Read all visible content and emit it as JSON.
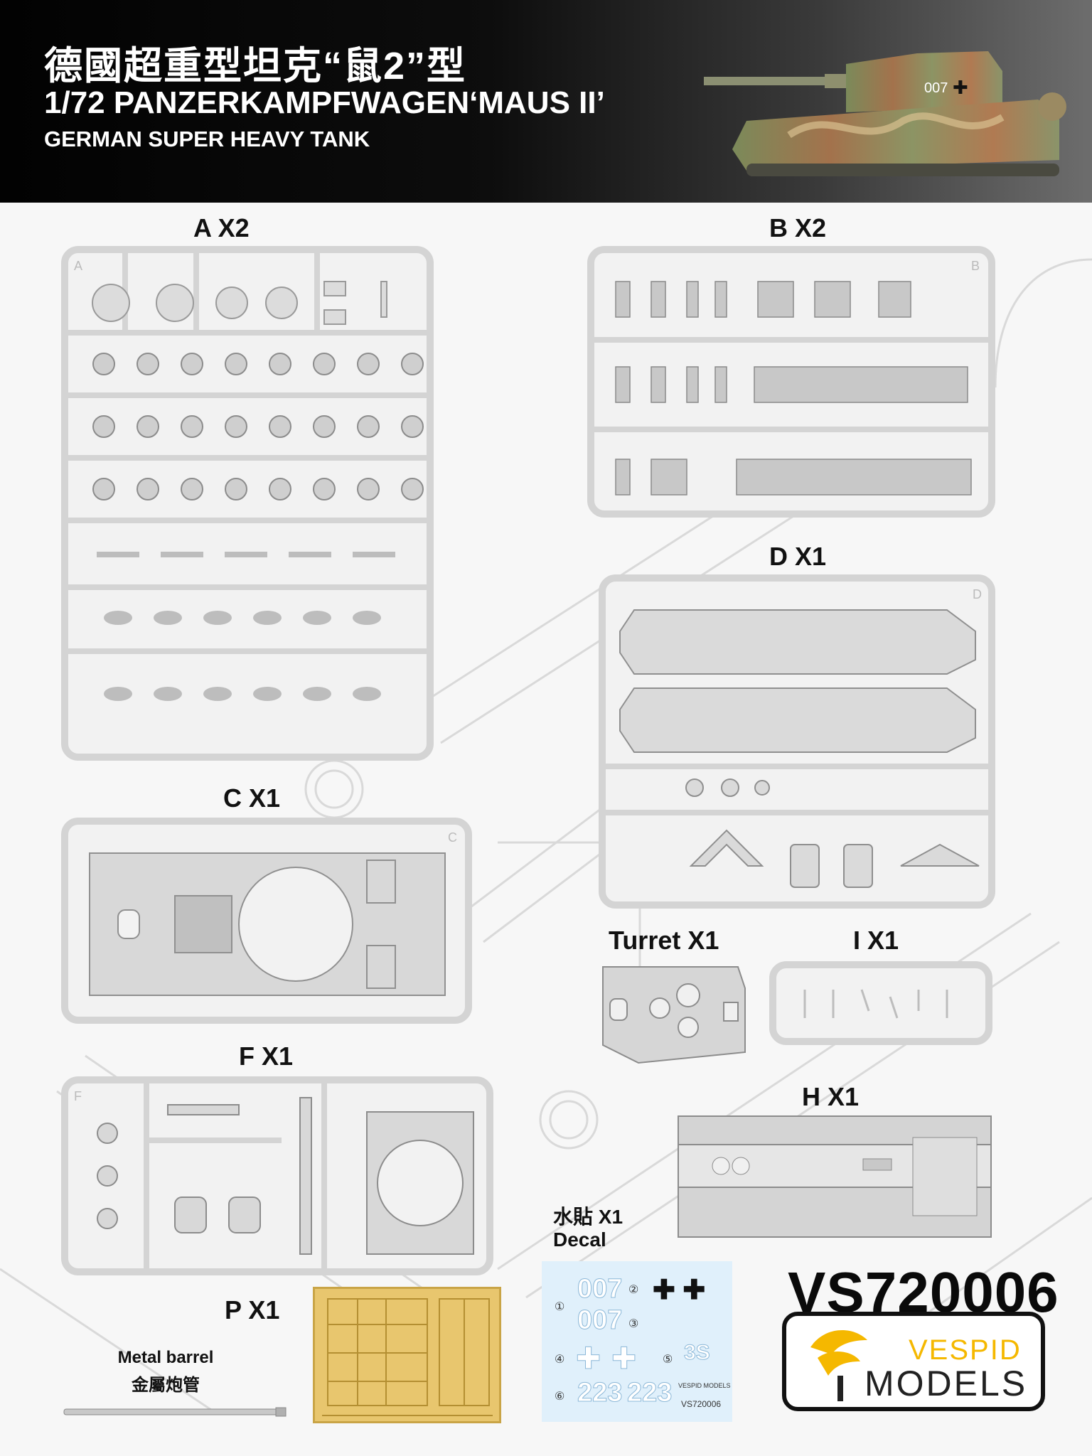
{
  "header": {
    "title_cn": "德國超重型坦克“鼠2”型",
    "title_en": "1/72 PANZERKAMPFWAGEN‘MAUS II’",
    "subtitle": "GERMAN SUPER HEAVY TANK",
    "tank_marking": "007"
  },
  "sprues": {
    "a": {
      "label": "A X2",
      "corner": "A"
    },
    "b": {
      "label": "B X2",
      "corner": "B"
    },
    "c": {
      "label": "C X1",
      "corner": "C"
    },
    "d": {
      "label": "D X1",
      "corner": "D"
    },
    "f": {
      "label": "F X1",
      "corner": "F"
    },
    "turret": {
      "label": "Turret X1"
    },
    "i": {
      "label": "I X1"
    },
    "h": {
      "label": "H X1"
    },
    "p": {
      "label": "P X1"
    }
  },
  "metal_barrel": {
    "label_en": "Metal barrel",
    "label_cn": "金屬炮管"
  },
  "decal": {
    "label_cn": "水貼 X1",
    "label_en": "Decal",
    "markings": [
      {
        "n": "①",
        "text": "007"
      },
      {
        "n": "②",
        "text": "✚ ✚"
      },
      {
        "n": "",
        "text": "007"
      },
      {
        "n": "③",
        "text": ""
      },
      {
        "n": "④",
        "text": ""
      },
      {
        "n": "⑤",
        "text": "3S"
      },
      {
        "n": "⑥",
        "text": "223"
      },
      {
        "n": "",
        "text": "223"
      }
    ],
    "sheet_brand": "VESPID MODELS",
    "sheet_code": "VS720006"
  },
  "product_code": "VS720006",
  "brand": {
    "line1": "VESPID",
    "line2": "MODELS",
    "accent_color": "#f5b800"
  }
}
